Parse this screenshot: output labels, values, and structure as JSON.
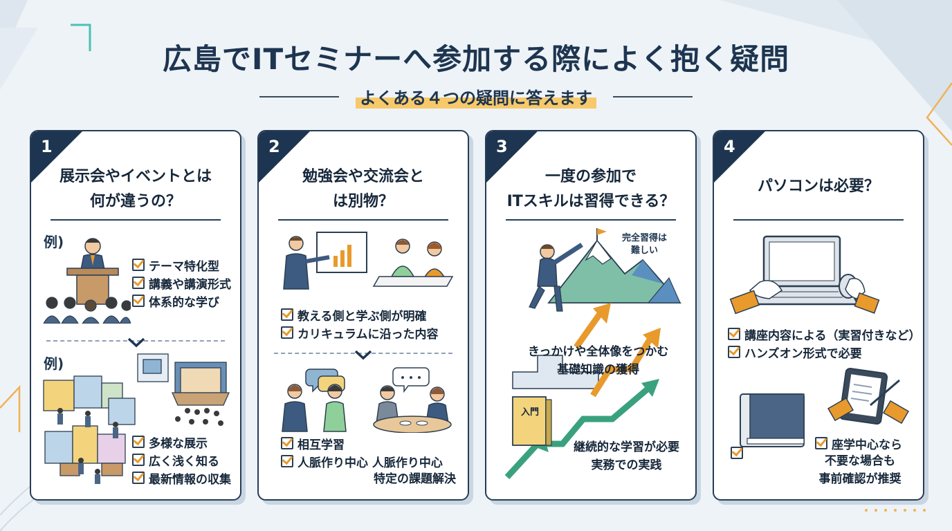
{
  "header": {
    "title": "広島でITセミナーへ参加する際によく抱く疑問",
    "subtitle": "よくある４つの疑問に答えます"
  },
  "cards": [
    {
      "number": "1",
      "title_lines": [
        "展示会やイベントとは",
        "何が違うの？"
      ],
      "example_label": "例)",
      "seminar_items": [
        "テーマ特化型",
        "講義や講演形式",
        "体系的な学び"
      ],
      "event_items": [
        "多様な展示",
        "広く浅く知る",
        "最新情報の収集"
      ]
    },
    {
      "number": "2",
      "title_lines": [
        "勉強会や交流会と",
        "は別物？"
      ],
      "seminar_items": [
        "教える側と学ぶ側が明確",
        "カリキュラムに沿った内容"
      ],
      "meetup_items": [
        "相互学習",
        "人脈作り中心 人脈作り中心"
      ],
      "meetup_extra": "特定の課題解決"
    },
    {
      "number": "3",
      "title_lines": [
        "一度の参加で",
        "ITスキルは習得できる？"
      ],
      "mountain_label": [
        "完全習得は",
        "難しい"
      ],
      "book_label": "入門",
      "step_label": [
        "きっかけや全体像をつかむ",
        "基礎知識の獲得"
      ],
      "continuous_label": [
        "継続的な学習が必要",
        "実務での実践"
      ]
    },
    {
      "number": "4",
      "title_lines": [
        "パソコンは必要？"
      ],
      "pc_items": [
        "講座内容による（実習付きなど）",
        "ハンズオン形式で必要"
      ],
      "lecture_items": [
        "座学中心なら",
        "不要な場合も",
        "事前確認が推奨"
      ]
    }
  ],
  "colors": {
    "navy": "#1d3550",
    "accent_orange": "#e89a2c",
    "highlight_yellow": "#f7c96a",
    "green_arrow": "#3aa17e",
    "background": "#eef3f7"
  }
}
